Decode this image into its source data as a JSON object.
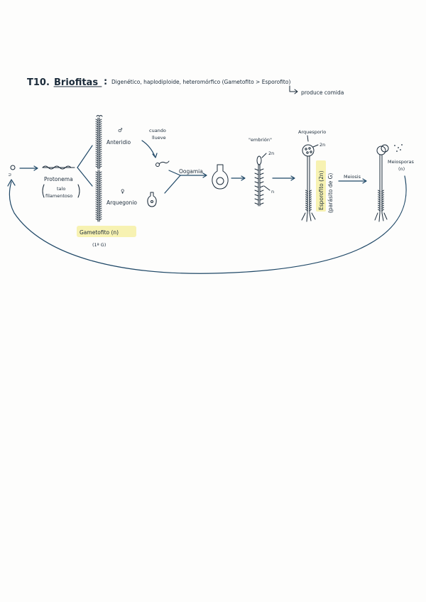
{
  "title": {
    "number": "T10.",
    "name": "Briofitas",
    "colon": ":",
    "description": "Digenético, haplodiploide, heteromórfico (Gametofito > Esporofito)",
    "note": "produce comida"
  },
  "diagram": {
    "spore_ploidy": "n",
    "protonema": "Protonema",
    "protonema_note_1": "talo",
    "protonema_note_2": "filamentoso",
    "male_symbol": "♂",
    "female_symbol": "♀",
    "anteridio": "Anteridio",
    "arquegonio": "Arquegonio",
    "when_rains_1": "cuando",
    "when_rains_2": "llueve",
    "oogamia": "Oogamia",
    "gametofito": "Gametofito (n)",
    "generation": "(1ª G)",
    "embryo": "\"embrión\"",
    "embryo_ploidy": "2n",
    "embryo_base_ploidy": "n",
    "arquesporio": "Arquesporio",
    "arquesporio_ploidy": "2n",
    "esporofito": "Esporofito (2n)",
    "esporofito_note": "(parásito de G)",
    "meiosis": "Meiosis",
    "meiosporas": "Meiosporas",
    "meiosporas_ploidy": "(n)"
  },
  "colors": {
    "ink": "#1e4766",
    "text": "#1b2b3a",
    "highlight": "#f6f0a4"
  }
}
